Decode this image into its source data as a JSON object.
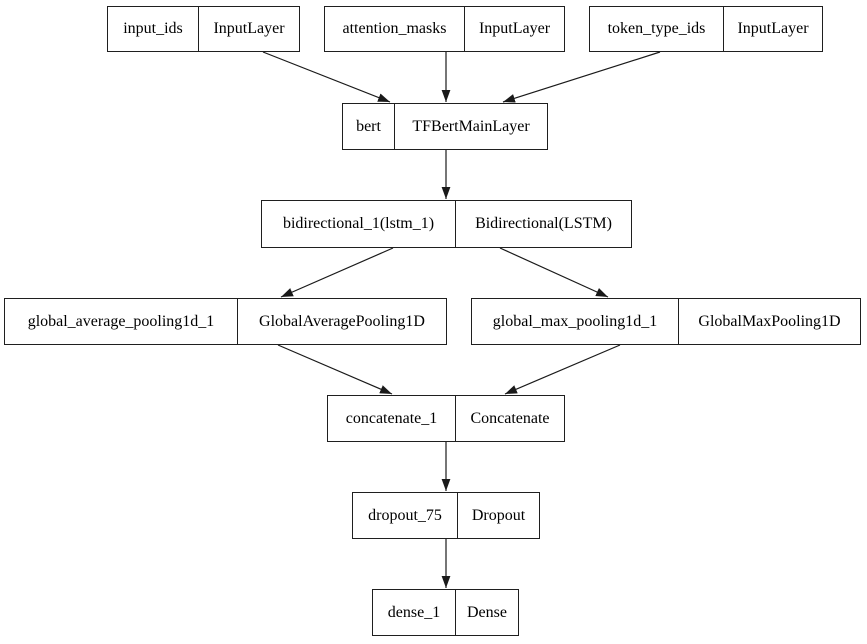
{
  "diagram": {
    "kind": "keras-model-plot",
    "colors": {
      "background": "#ffffff",
      "border": "#1f1f1f",
      "edge": "#1a1a1a",
      "text": "#000000"
    },
    "nodes": [
      {
        "name": "input_ids",
        "type": "InputLayer"
      },
      {
        "name": "attention_masks",
        "type": "InputLayer"
      },
      {
        "name": "token_type_ids",
        "type": "InputLayer"
      },
      {
        "name": "bert",
        "type": "TFBertMainLayer"
      },
      {
        "name": "bidirectional_1(lstm_1)",
        "type": "Bidirectional(LSTM)"
      },
      {
        "name": "global_average_pooling1d_1",
        "type": "GlobalAveragePooling1D"
      },
      {
        "name": "global_max_pooling1d_1",
        "type": "GlobalMaxPooling1D"
      },
      {
        "name": "concatenate_1",
        "type": "Concatenate"
      },
      {
        "name": "dropout_75",
        "type": "Dropout"
      },
      {
        "name": "dense_1",
        "type": "Dense"
      }
    ],
    "edges": [
      {
        "from": "input_ids",
        "to": "bert"
      },
      {
        "from": "attention_masks",
        "to": "bert"
      },
      {
        "from": "token_type_ids",
        "to": "bert"
      },
      {
        "from": "bert",
        "to": "bidirectional_1(lstm_1)"
      },
      {
        "from": "bidirectional_1(lstm_1)",
        "to": "global_average_pooling1d_1"
      },
      {
        "from": "bidirectional_1(lstm_1)",
        "to": "global_max_pooling1d_1"
      },
      {
        "from": "global_average_pooling1d_1",
        "to": "concatenate_1"
      },
      {
        "from": "global_max_pooling1d_1",
        "to": "concatenate_1"
      },
      {
        "from": "concatenate_1",
        "to": "dropout_75"
      },
      {
        "from": "dropout_75",
        "to": "dense_1"
      }
    ]
  }
}
